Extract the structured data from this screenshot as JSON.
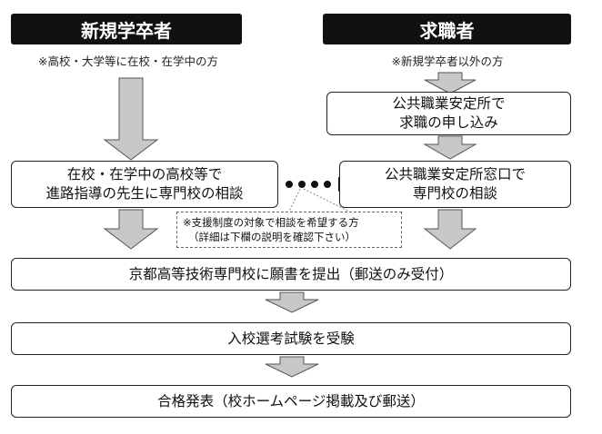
{
  "headers": {
    "new_graduate": "新規学卒者",
    "job_seeker": "求職者"
  },
  "notes": {
    "new_graduate_note": "※高校・大学等に在校・在学中の方",
    "job_seeker_note": "※新規学卒者以外の方"
  },
  "boxes": {
    "hello_work_apply": [
      "公共職業安定所で",
      "求職の申し込み"
    ],
    "school_consult": [
      "在校・在学中の高校等で",
      "進路指導の先生に専門校の相談"
    ],
    "hello_work_consult": [
      "公共職業安定所窓口で",
      "専門校の相談"
    ],
    "submit_application": "京都高等技術専門校に願書を提出（郵送のみ受付）",
    "entrance_exam": "入校選考試験を受験",
    "announcement": "合格発表（校ホームページ掲載及び郵送）"
  },
  "callout": [
    "※支援制度の対象で相談を希望する方",
    "（詳細は下欄の説明を確認下さい）"
  ],
  "colors": {
    "header_bg": "#111111",
    "arrow_fill": "#c8c8c8",
    "arrow_stroke": "#555555",
    "border": "#222222"
  }
}
